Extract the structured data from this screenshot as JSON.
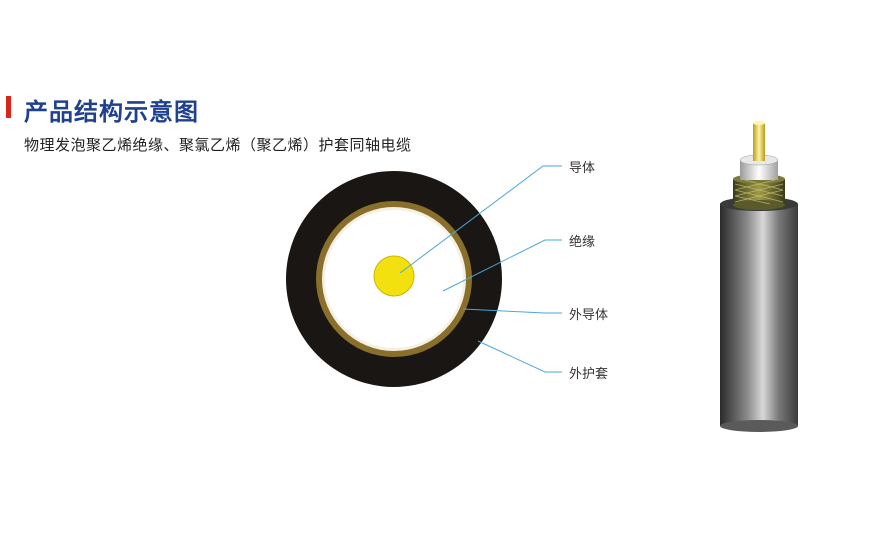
{
  "header": {
    "title": "产品结构示意图",
    "subtitle": "物理发泡聚乙烯绝缘、聚氯乙烯（聚乙烯）护套同轴电缆"
  },
  "labels": {
    "conductor": "导体",
    "insulation": "绝缘",
    "outer_conductor": "外导体",
    "outer_jacket": "外护套"
  },
  "colors": {
    "title": "#1f3f8f",
    "accent_bar": "#d8261d",
    "jacket": "#1a1614",
    "braid": "#8a6f2a",
    "conductor": "#f3e10f",
    "leader_line": "#4aa8d8"
  }
}
